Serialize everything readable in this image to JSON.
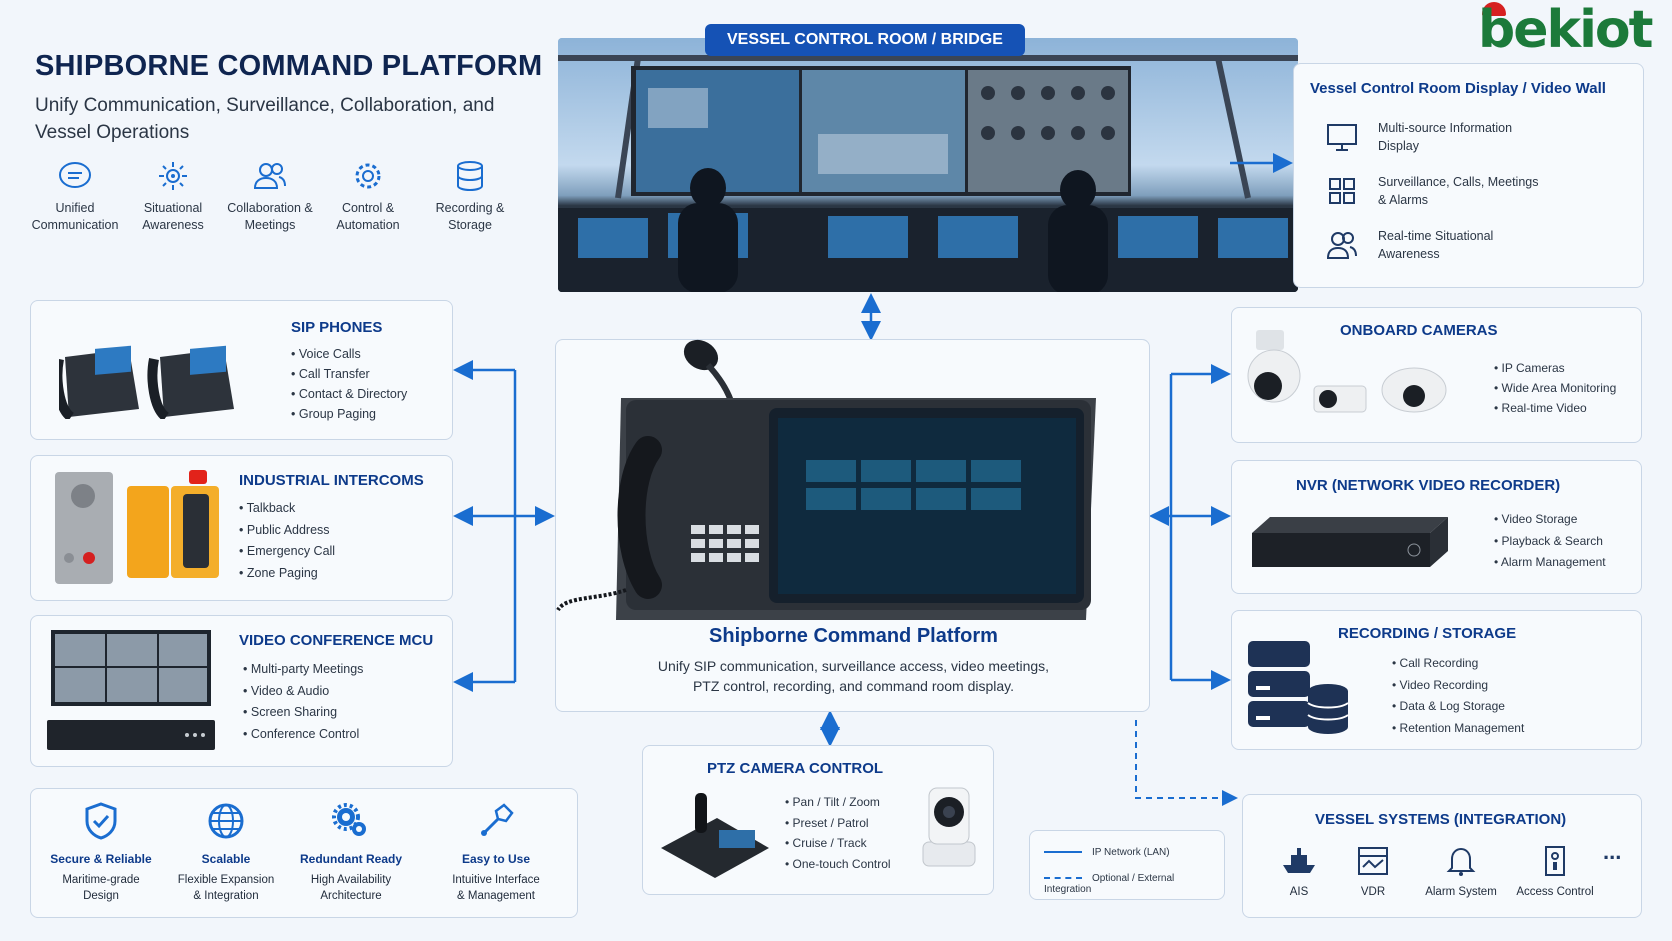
{
  "header": {
    "title": "SHIPBORNE COMMAND PLATFORM",
    "subtitle": "Unify Communication, Surveillance, Collaboration, and Vessel Operations"
  },
  "features": [
    {
      "label": "Unified Communication",
      "icon": "chat-icon"
    },
    {
      "label": "Situational Awareness",
      "icon": "radar-icon"
    },
    {
      "label": "Collaboration & Meetings",
      "icon": "people-icon"
    },
    {
      "label": "Control & Automation",
      "icon": "gear-icon"
    },
    {
      "label": "Recording & Storage",
      "icon": "database-icon"
    }
  ],
  "logo": "bekiot",
  "control_room": {
    "tag": "VESSEL CONTROL ROOM / BRIDGE",
    "display_title": "Vessel Control Room Display / Video Wall",
    "items": [
      {
        "icon": "monitor-icon",
        "text": "Multi-source Information Display"
      },
      {
        "icon": "grid-icon",
        "text": "Surveillance, Calls, Meetings & Alarms"
      },
      {
        "icon": "users-icon",
        "text": "Real-time Situational Awareness"
      }
    ]
  },
  "sip_phones": {
    "title": "SIP PHONES",
    "items": [
      "Voice Calls",
      "Call Transfer",
      "Contact & Directory",
      "Group Paging"
    ]
  },
  "intercoms": {
    "title": "INDUSTRIAL INTERCOMS",
    "items": [
      "Talkback",
      "Public Address",
      "Emergency Call",
      "Zone Paging"
    ]
  },
  "mcu": {
    "title": "VIDEO CONFERENCE MCU",
    "items": [
      "Multi-party Meetings",
      "Video & Audio",
      "Screen Sharing",
      "Conference Control"
    ]
  },
  "center": {
    "title": "Shipborne Command Platform",
    "desc_line1": "Unify SIP communication, surveillance access, video meetings,",
    "desc_line2": "PTZ control, recording, and command room display."
  },
  "ptz": {
    "title": "PTZ CAMERA CONTROL",
    "items": [
      "Pan / Tilt / Zoom",
      "Preset / Patrol",
      "Cruise / Track",
      "One-touch Control"
    ]
  },
  "cameras": {
    "title": "ONBOARD CAMERAS",
    "items": [
      "IP Cameras",
      "Wide Area Monitoring",
      "Real-time Video"
    ]
  },
  "nvr": {
    "title": "NVR (NETWORK VIDEO RECORDER)",
    "items": [
      "Video Storage",
      "Playback & Search",
      "Alarm Management"
    ]
  },
  "recording": {
    "title": "RECORDING / STORAGE",
    "items": [
      "Call Recording",
      "Video Recording",
      "Data & Log Storage",
      "Retention Management"
    ]
  },
  "vessel_systems": {
    "title": "VESSEL SYSTEMS (INTEGRATION)",
    "items": [
      {
        "label": "AIS",
        "icon": "ship-icon"
      },
      {
        "label": "VDR",
        "icon": "vdr-icon"
      },
      {
        "label": "Alarm System",
        "icon": "bell-icon"
      },
      {
        "label": "Access Control",
        "icon": "access-icon"
      }
    ],
    "more": "..."
  },
  "legend": {
    "solid": "IP Network (LAN)",
    "dashed": "Optional / External Integration"
  },
  "benefits": [
    {
      "title": "Secure & Reliable",
      "desc1": "Maritime-grade",
      "desc2": "Design",
      "icon": "shield-icon"
    },
    {
      "title": "Scalable",
      "desc1": "Flexible Expansion",
      "desc2": "& Integration",
      "icon": "globe-icon"
    },
    {
      "title": "Redundant Ready",
      "desc1": "High Availability",
      "desc2": "Architecture",
      "icon": "gears-icon"
    },
    {
      "title": "Easy to Use",
      "desc1": "Intuitive Interface",
      "desc2": "& Management",
      "icon": "tool-icon"
    }
  ],
  "colors": {
    "accent": "#1a6dd0",
    "title": "#0d3a8a",
    "brand_green": "#1c7a3a"
  }
}
